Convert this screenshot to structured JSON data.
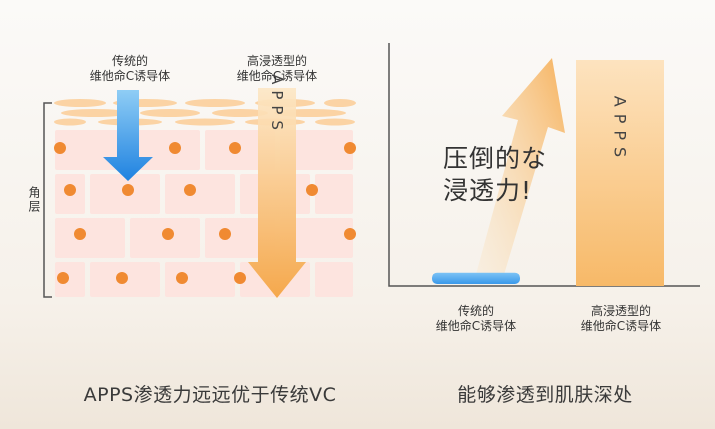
{
  "left_panel": {
    "traditional_label": "传统的\n维他命C诱导体",
    "apps_label": "高浸透型的\n维他命C诱导体",
    "apps_arrow_text": "APPS",
    "stratum_label": "角层",
    "caption": "APPS渗透力远远优于传统VC"
  },
  "right_panel": {
    "overlay_text_line1": "压倒的な",
    "overlay_text_line2": "浸透力!",
    "apps_bar_text": "APPS",
    "traditional_label": "传统的\n维他命C诱导体",
    "apps_label": "高浸透型的\n维他命C诱导体",
    "caption": "能够渗透到肌肤深处"
  },
  "chart_data": {
    "type": "bar",
    "categories": [
      "传统的 维他命C诱导体",
      "高浸透型的 维他命C诱导体"
    ],
    "series": [
      {
        "values": [
          5,
          100
        ]
      }
    ],
    "colors": [
      "#4aa6ec",
      "#f7b968"
    ]
  },
  "colors": {
    "blue_arrow": "#2f8fe6",
    "orange_arrow": "#f5a84c",
    "dot": "#f08a32",
    "cell_fill": "#fde4df",
    "lipid_band": "#fbd3a4"
  }
}
